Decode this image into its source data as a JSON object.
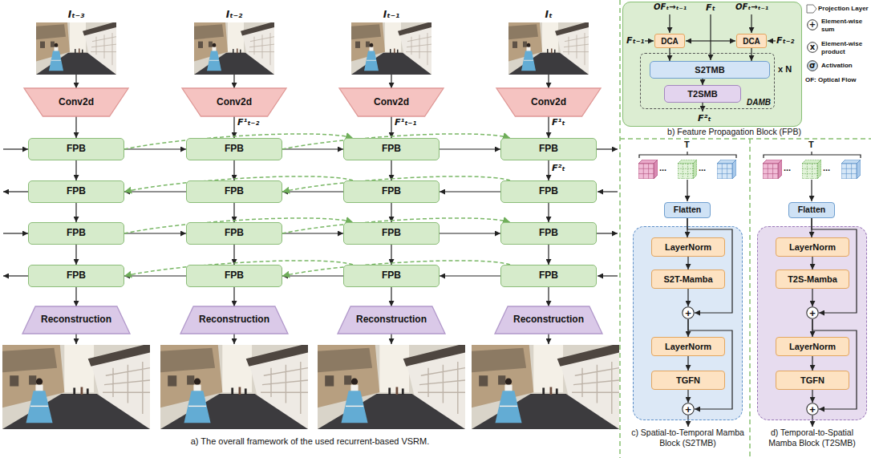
{
  "diagram": {
    "caption": "a) The overall framework of the used recurrent-based VSRM.",
    "nodes": [
      {
        "text": [
          "Iₜ₋₃"
        ]
      },
      {
        "text": [
          "Iₜ₋₂"
        ]
      },
      {
        "text": [
          "Iₜ₋₁"
        ]
      },
      {
        "text": [
          "Iₜ"
        ]
      },
      {
        "text": [
          "Conv2d"
        ]
      },
      {
        "text": [
          "Conv2d"
        ]
      },
      {
        "text": [
          "Conv2d"
        ]
      },
      {
        "text": [
          "Conv2d"
        ]
      },
      {
        "text": [
          "FPB"
        ]
      },
      {
        "text": [
          "FPB"
        ]
      },
      {
        "text": [
          "FPB"
        ]
      },
      {
        "text": [
          "FPB"
        ]
      },
      {
        "text": [
          "FPB"
        ]
      },
      {
        "text": [
          "FPB"
        ]
      },
      {
        "text": [
          "FPB"
        ]
      },
      {
        "text": [
          "FPB"
        ]
      },
      {
        "text": [
          "FPB"
        ]
      },
      {
        "text": [
          "FPB"
        ]
      },
      {
        "text": [
          "FPB"
        ]
      },
      {
        "text": [
          "FPB"
        ]
      },
      {
        "text": [
          "FPB"
        ]
      },
      {
        "text": [
          "FPB"
        ]
      },
      {
        "text": [
          "FPB"
        ]
      },
      {
        "text": [
          "FPB"
        ]
      },
      {
        "text": [
          "Reconstruction"
        ]
      },
      {
        "text": [
          "Reconstruction"
        ]
      },
      {
        "text": [
          "Reconstruction"
        ]
      },
      {
        "text": [
          "Reconstruction"
        ]
      },
      {
        "text": [
          "b) Feature Propagation Block (FPB)"
        ]
      },
      {
        "text": [
          "DCA"
        ],
        "in": 28
      },
      {
        "text": [
          "DCA"
        ],
        "in": 28
      },
      {
        "text": [
          "DAMB"
        ],
        "in": 28
      },
      {
        "text": [
          "S2TMB"
        ],
        "in": 31
      },
      {
        "text": [
          "T2SMB"
        ],
        "in": 31
      },
      {
        "text": [
          "Flatten"
        ]
      },
      {
        "text": [
          "c) Spatial-to-Temporal Mamba Block (S2TMB)"
        ]
      },
      {
        "text": [
          "LayerNorm"
        ],
        "in": 35
      },
      {
        "text": [
          "S2T-Mamba"
        ],
        "in": 35
      },
      {
        "text": [
          "+"
        ],
        "in": 35
      },
      {
        "text": [
          "LayerNorm"
        ],
        "in": 35
      },
      {
        "text": [
          "TGFN"
        ],
        "in": 35
      },
      {
        "text": [
          "+"
        ],
        "in": 35
      },
      {
        "text": [
          "Flatten"
        ]
      },
      {
        "text": [
          "d) Temporal-to-Spatial Mamba Block (T2SMB)"
        ]
      },
      {
        "text": [
          "LayerNorm"
        ],
        "in": 43
      },
      {
        "text": [
          "T2S-Mamba"
        ],
        "in": 43
      },
      {
        "text": [
          "+"
        ],
        "in": 43
      },
      {
        "text": [
          "LayerNorm"
        ],
        "in": 43
      },
      {
        "text": [
          "TGFN"
        ],
        "in": 43
      },
      {
        "text": [
          "+"
        ],
        "in": 43
      }
    ],
    "edges": [
      {
        "from": 0,
        "to": 4,
        "arrow": "to"
      },
      {
        "from": 1,
        "to": 5,
        "arrow": "to"
      },
      {
        "from": 2,
        "to": 6,
        "arrow": "to"
      },
      {
        "from": 3,
        "to": 7,
        "arrow": "to"
      },
      {
        "from": 4,
        "to": 8,
        "arrow": "to"
      },
      {
        "from": 5,
        "to": 9,
        "arrow": "to"
      },
      {
        "from": 6,
        "to": 10,
        "arrow": "to"
      },
      {
        "from": 7,
        "to": 11,
        "arrow": "to"
      },
      {
        "from": 8,
        "to": 12,
        "arrow": "to"
      },
      {
        "from": 9,
        "to": 13,
        "arrow": "to"
      },
      {
        "from": 10,
        "to": 14,
        "arrow": "to"
      },
      {
        "from": 11,
        "to": 15,
        "arrow": "to"
      },
      {
        "from": 12,
        "to": 16,
        "arrow": "to"
      },
      {
        "from": 13,
        "to": 17,
        "arrow": "to"
      },
      {
        "from": 14,
        "to": 18,
        "arrow": "to"
      },
      {
        "from": 15,
        "to": 19,
        "arrow": "to"
      },
      {
        "from": 16,
        "to": 20,
        "arrow": "to"
      },
      {
        "from": 17,
        "to": 21,
        "arrow": "to"
      },
      {
        "from": 18,
        "to": 22,
        "arrow": "to"
      },
      {
        "from": 19,
        "to": 23,
        "arrow": "to"
      },
      {
        "from": 20,
        "to": 24,
        "arrow": "to"
      },
      {
        "from": 21,
        "to": 25,
        "arrow": "to"
      },
      {
        "from": 22,
        "to": 26,
        "arrow": "to"
      },
      {
        "from": 23,
        "to": 27,
        "arrow": "to"
      },
      {
        "from": 8,
        "to": 9,
        "arrow": "to"
      },
      {
        "from": 9,
        "to": 10,
        "arrow": "to"
      },
      {
        "from": 10,
        "to": 11,
        "arrow": "to"
      },
      {
        "from": 15,
        "to": 14,
        "arrow": "to"
      },
      {
        "from": 14,
        "to": 13,
        "arrow": "to"
      },
      {
        "from": 13,
        "to": 12,
        "arrow": "to"
      },
      {
        "from": 16,
        "to": 17,
        "arrow": "to"
      },
      {
        "from": 17,
        "to": 18,
        "arrow": "to"
      },
      {
        "from": 18,
        "to": 19,
        "arrow": "to"
      },
      {
        "from": 23,
        "to": 22,
        "arrow": "to"
      },
      {
        "from": 22,
        "to": 21,
        "arrow": "to"
      },
      {
        "from": 21,
        "to": 20,
        "arrow": "to"
      },
      {
        "from": 8,
        "to": 10,
        "arrow": "to"
      },
      {
        "from": 9,
        "to": 11,
        "arrow": "to"
      },
      {
        "from": 15,
        "to": 13,
        "arrow": "to"
      },
      {
        "from": 14,
        "to": 12,
        "arrow": "to"
      },
      {
        "from": 16,
        "to": 18,
        "arrow": "to"
      },
      {
        "from": 17,
        "to": 19,
        "arrow": "to"
      },
      {
        "from": 23,
        "to": 21,
        "arrow": "to"
      },
      {
        "from": 22,
        "to": 20,
        "arrow": "to"
      },
      {
        "from": 29,
        "to": 32,
        "arrow": "to"
      },
      {
        "from": 30,
        "to": 32,
        "arrow": "to"
      },
      {
        "from": 32,
        "to": 33,
        "arrow": "to"
      },
      {
        "from": 34,
        "to": 36,
        "arrow": "to"
      },
      {
        "from": 36,
        "to": 37,
        "arrow": "to"
      },
      {
        "from": 37,
        "to": 38,
        "arrow": "to"
      },
      {
        "from": 38,
        "to": 39,
        "arrow": "to"
      },
      {
        "from": 39,
        "to": 40,
        "arrow": "to"
      },
      {
        "from": 40,
        "to": 41,
        "arrow": "to"
      },
      {
        "from": 34,
        "to": 38,
        "arrow": "to"
      },
      {
        "from": 38,
        "to": 41,
        "arrow": "to"
      },
      {
        "from": 42,
        "to": 44,
        "arrow": "to"
      },
      {
        "from": 44,
        "to": 45,
        "arrow": "to"
      },
      {
        "from": 45,
        "to": 46,
        "arrow": "to"
      },
      {
        "from": 46,
        "to": 47,
        "arrow": "to"
      },
      {
        "from": 47,
        "to": 48,
        "arrow": "to"
      },
      {
        "from": 48,
        "to": 49,
        "arrow": "to"
      },
      {
        "from": 42,
        "to": 46,
        "arrow": "to"
      },
      {
        "from": 46,
        "to": 49,
        "arrow": "to"
      }
    ],
    "labels": [
      "OFₜ→ₜ₋₁",
      "Fₜ",
      "OFₜ→ₜ₋₁",
      "Fₜ₋₁",
      "Fₜ₋₂",
      "x N",
      "F²ₜ",
      "F¹ₜ₋₂",
      "F¹ₜ₋₁",
      "F¹ₜ",
      "F²ₜ",
      "+",
      "x",
      "σ",
      "OF: Optical Flow",
      "T",
      "...",
      "...",
      "T",
      "...",
      "..."
    ],
    "legend": [
      {
        "text": "Projection Layer"
      },
      {
        "text": "Element-wise sum"
      },
      {
        "text": "Element-wise product"
      },
      {
        "text": "Activation",
        "color": "#cfe2f3"
      }
    ]
  }
}
